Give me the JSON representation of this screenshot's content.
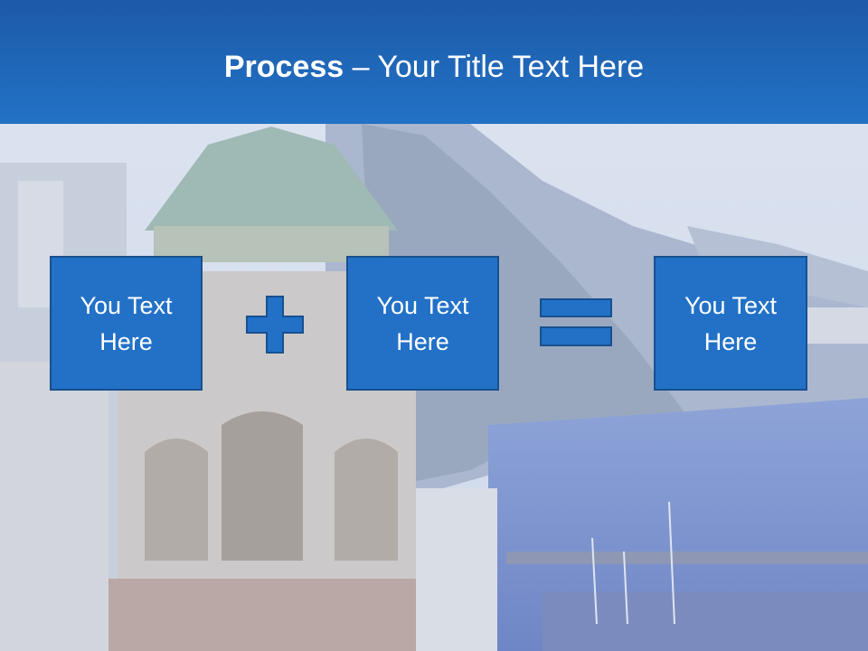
{
  "slide": {
    "title_bold": "Process",
    "title_rest": " – Your Title Text Here",
    "boxes": [
      {
        "text": "You Text\nHere"
      },
      {
        "text": "You Text\nHere"
      },
      {
        "text": "You Text\nHere"
      }
    ],
    "operators": [
      "plus-icon",
      "equals-icon"
    ],
    "background": "coastal town photo with bell tower and harbor",
    "colors": {
      "title_bar": "#1f64b8",
      "box_fill": "#2271c7",
      "box_border": "#18508f",
      "operator": "#2271c7",
      "text": "#ffffff"
    }
  }
}
